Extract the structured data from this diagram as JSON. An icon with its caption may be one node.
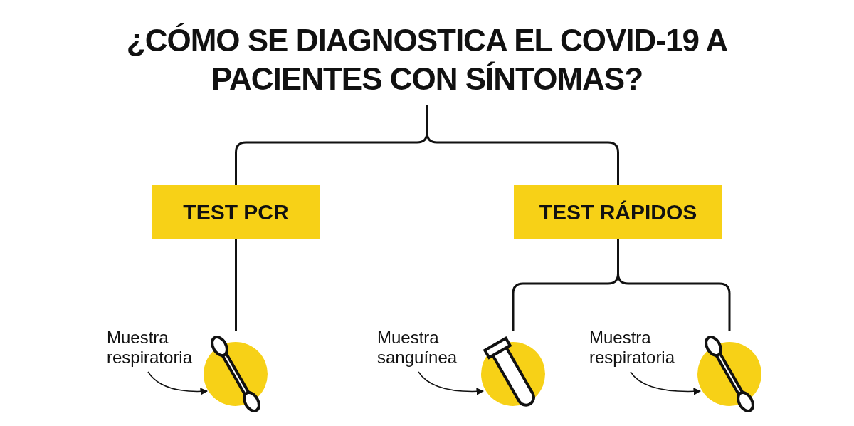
{
  "diagram": {
    "nodes": [
      {
        "text": [
          "¿CÓMO SE DIAGNOSTICA EL COVID-19 A PACIENTES CON SÍNTOMAS?"
        ]
      },
      {
        "text": [
          "TEST PCR"
        ]
      },
      {
        "text": [
          "TEST RÁPIDOS"
        ]
      },
      {
        "text": [
          "Muestra respiratoria"
        ]
      },
      {
        "text": [],
        "shape": "picture"
      },
      {
        "text": [
          "Muestra sanguínea"
        ]
      },
      {
        "text": [],
        "shape": "picture"
      },
      {
        "text": [
          "Muestra respiratoria"
        ]
      },
      {
        "text": [],
        "shape": "picture"
      }
    ],
    "edges": [
      {
        "from": 0,
        "to": 1,
        "arrow": "none"
      },
      {
        "from": 0,
        "to": 2,
        "arrow": "none"
      },
      {
        "from": 1,
        "to": 4,
        "arrow": "none"
      },
      {
        "from": 2,
        "to": 6,
        "arrow": "none"
      },
      {
        "from": 2,
        "to": 8,
        "arrow": "none"
      },
      {
        "from": 3,
        "to": 4,
        "arrow": "to"
      },
      {
        "from": 5,
        "to": 6,
        "arrow": "to"
      },
      {
        "from": 7,
        "to": 8,
        "arrow": "to"
      }
    ]
  }
}
